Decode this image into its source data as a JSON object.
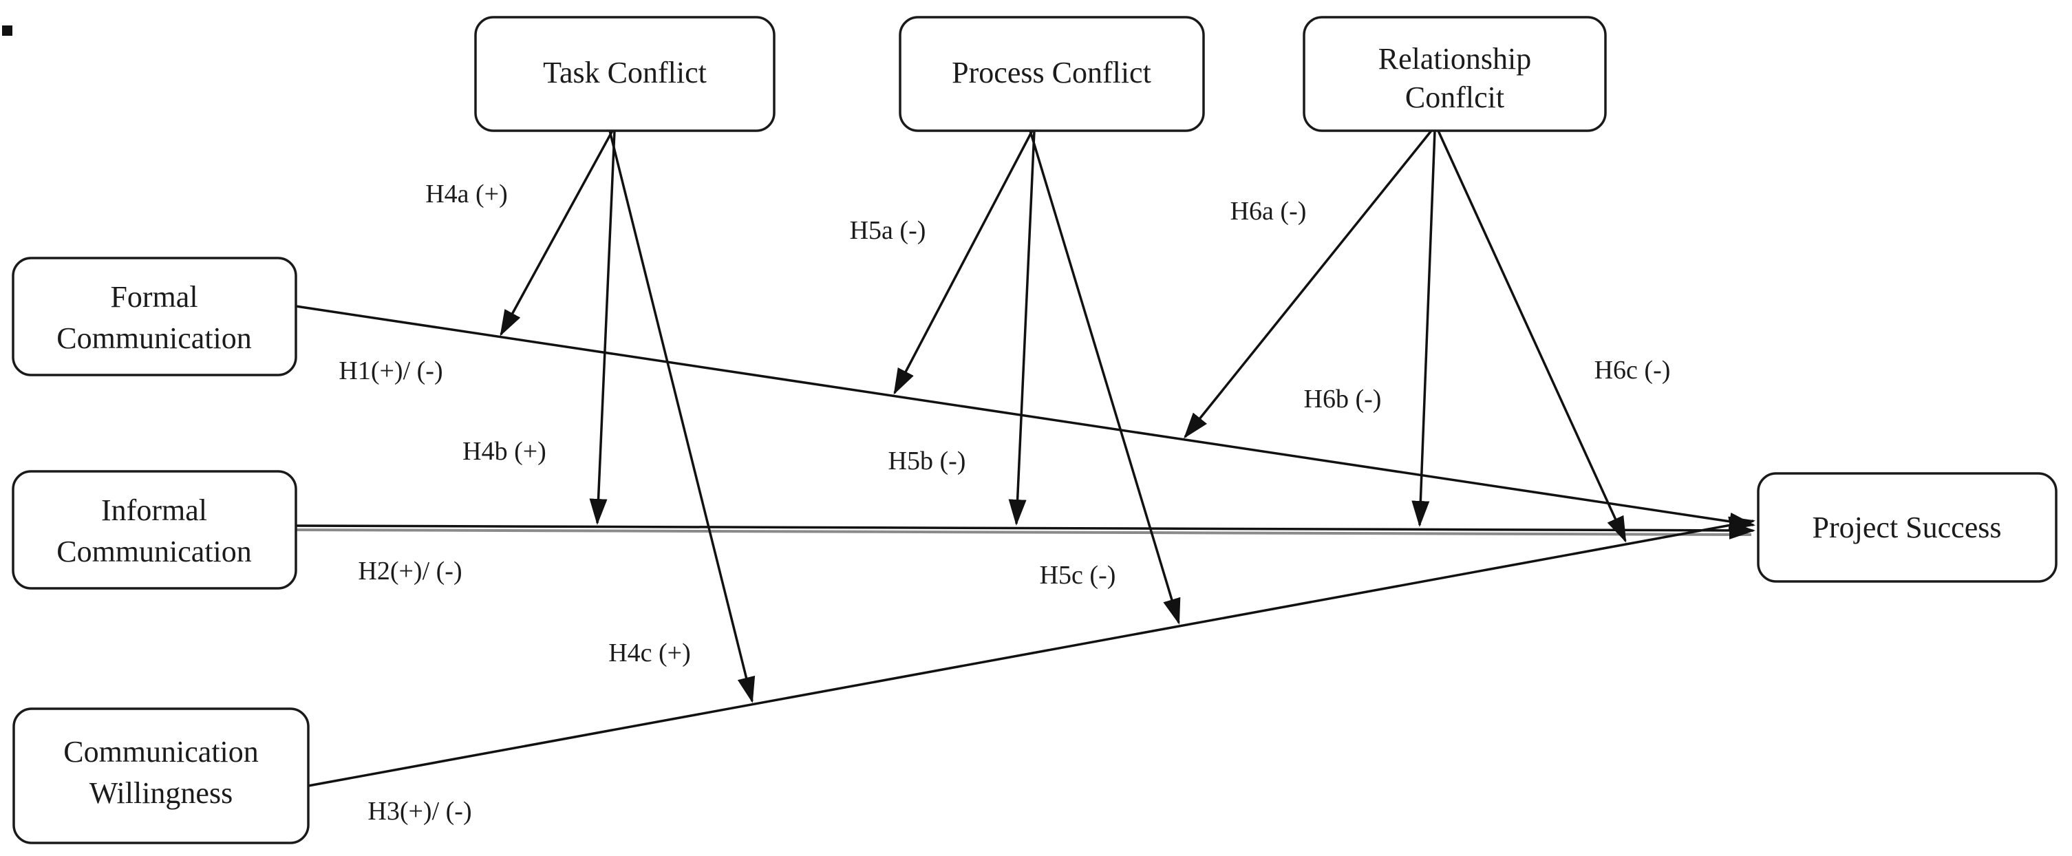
{
  "diagram": {
    "type": "conceptual-research-model",
    "background": "#ffffff",
    "line_color": "#111111",
    "box_fill": "#ffffff",
    "box_border": "#1a1a1a",
    "text_color": "#1b1b1b"
  },
  "nodes": {
    "task_conflict": {
      "label": "Task Conflict"
    },
    "process_conflict": {
      "label": "Process Conflict"
    },
    "relationship_conflict": {
      "line1": "Relationship",
      "line2": "Conflcit"
    },
    "formal_communication": {
      "line1": "Formal",
      "line2": "Communication"
    },
    "informal_communication": {
      "line1": "Informal",
      "line2": "Communication"
    },
    "communication_willingness": {
      "line1": "Communication",
      "line2": "Willingness"
    },
    "project_success": {
      "label": "Project Success"
    }
  },
  "hypotheses": {
    "h1": "H1(+)/ (-)",
    "h2": "H2(+)/ (-)",
    "h3": "H3(+)/ (-)",
    "h4a": "H4a (+)",
    "h4b": "H4b (+)",
    "h4c": "H4c (+)",
    "h5a": "H5a (-)",
    "h5b": "H5b (-)",
    "h5c": "H5c (-)",
    "h6a": "H6a (-)",
    "h6b": "H6b (-)",
    "h6c": "H6c (-)"
  },
  "edges": [
    {
      "id": "H1",
      "from": "formal_communication",
      "to": "project_success"
    },
    {
      "id": "H2",
      "from": "informal_communication",
      "to": "project_success"
    },
    {
      "id": "H3",
      "from": "communication_willingness",
      "to": "project_success"
    },
    {
      "id": "H4a",
      "from": "task_conflict",
      "moderates": "H1"
    },
    {
      "id": "H4b",
      "from": "task_conflict",
      "moderates": "H2"
    },
    {
      "id": "H4c",
      "from": "task_conflict",
      "moderates": "H3"
    },
    {
      "id": "H5a",
      "from": "process_conflict",
      "moderates": "H1"
    },
    {
      "id": "H5b",
      "from": "process_conflict",
      "moderates": "H2"
    },
    {
      "id": "H5c",
      "from": "process_conflict",
      "moderates": "H3"
    },
    {
      "id": "H6a",
      "from": "relationship_conflict",
      "moderates": "H1"
    },
    {
      "id": "H6b",
      "from": "relationship_conflict",
      "moderates": "H2"
    },
    {
      "id": "H6c",
      "from": "relationship_conflict",
      "moderates": "H3"
    }
  ]
}
